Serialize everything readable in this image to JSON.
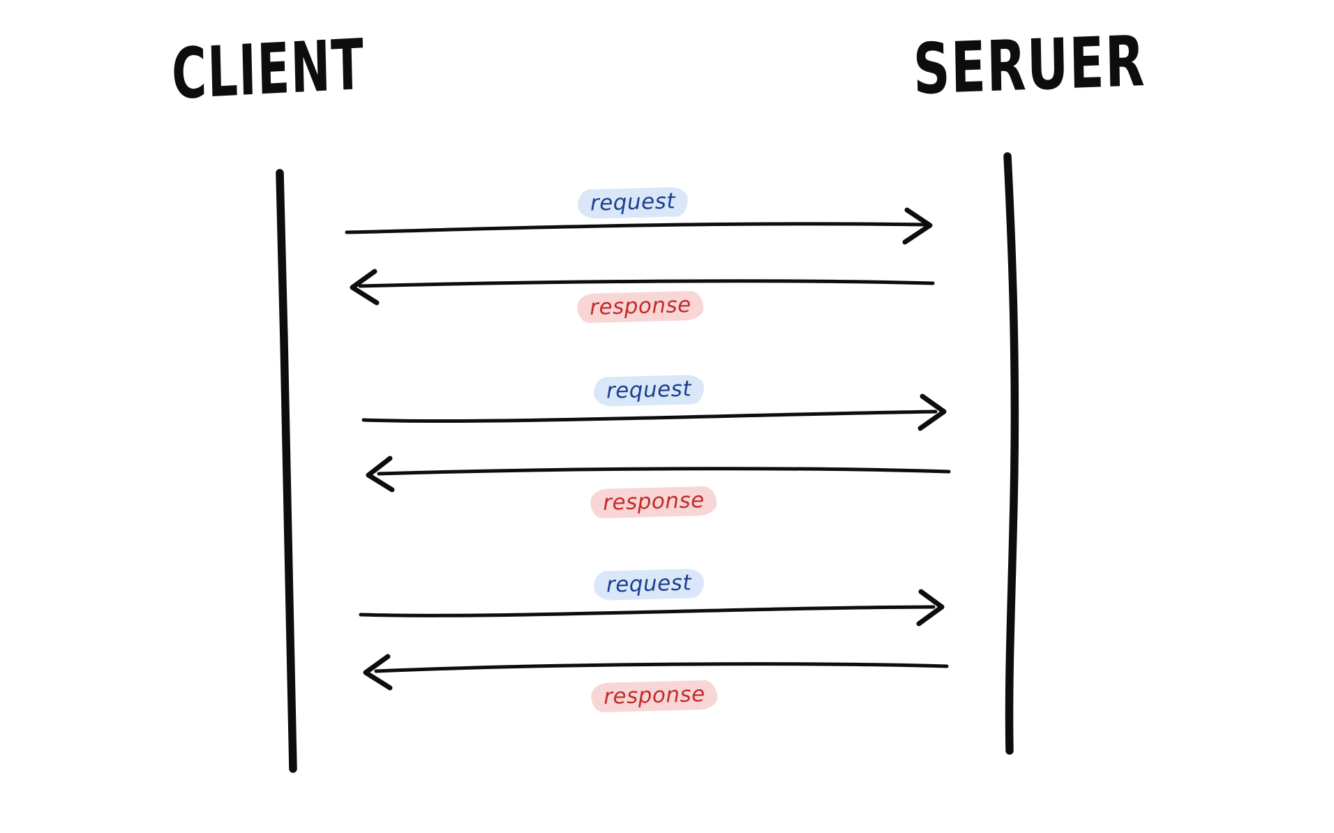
{
  "diagram": {
    "left_actor": "CLIENT",
    "right_actor": "SERUER",
    "messages": [
      {
        "label": "request",
        "from": "client",
        "to": "server"
      },
      {
        "label": "response",
        "from": "server",
        "to": "client"
      },
      {
        "label": "request",
        "from": "client",
        "to": "server"
      },
      {
        "label": "response",
        "from": "server",
        "to": "client"
      },
      {
        "label": "request",
        "from": "client",
        "to": "server"
      },
      {
        "label": "response",
        "from": "server",
        "to": "client"
      }
    ]
  },
  "colors": {
    "ink": "#0d0d0d",
    "request_text": "#1e3f8f",
    "request_highlight": "#d9e7f8",
    "response_text": "#c32b2b",
    "response_highlight": "#f8d6d6"
  }
}
